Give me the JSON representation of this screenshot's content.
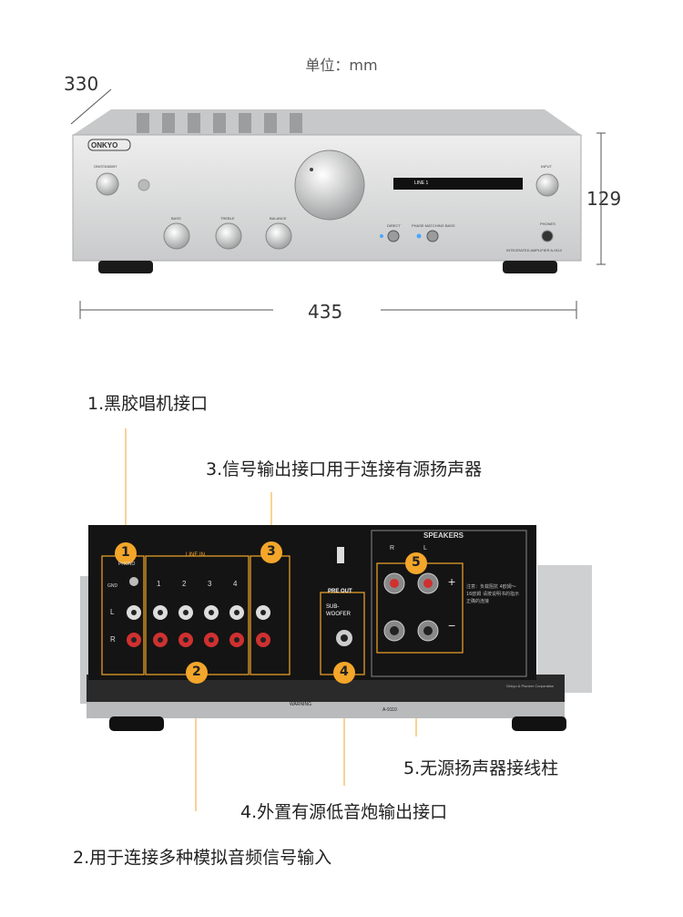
{
  "unit_label": "单位：mm",
  "dimensions": {
    "depth": "330",
    "height": "129",
    "width": "435"
  },
  "front_panel": {
    "brand": "ONKYO",
    "standby_label": "ON/STANDBY",
    "display_text": "LINE 1",
    "knob_bass": "BASS",
    "knob_treble": "TREBLE",
    "knob_balance": "BALANCE",
    "input_label": "INPUT",
    "direct_label": "DIRECT",
    "phase_label": "PHASE MATCHING BASS",
    "phones_label": "PHONES",
    "model_text": "INTEGRATED AMPLIFIER  A-9110"
  },
  "rear_panel": {
    "speakers_title": "SPEAKERS",
    "line_in_title": "LINE IN",
    "pre_out_title": "PRE OUT",
    "subwoofer_label": "SUB-\nWOOFER",
    "gnd_label": "GND",
    "phono_label": "PHONO",
    "channel_L": "L",
    "channel_R": "R",
    "line_in_numbers": [
      "1",
      "2",
      "3",
      "4"
    ],
    "speaker_note": "注意：负载阻抗 4欧姆～16欧姆 请按说明书的指示正确的连接",
    "warning_text": "WARNING",
    "model_text": "A-9110",
    "corp_text": "Onkyo & Pioneer Corporation",
    "plus_sign": "+",
    "minus_sign": "−"
  },
  "markers": [
    "1",
    "2",
    "3",
    "4",
    "5"
  ],
  "annotations": [
    "1.黑胶唱机接口",
    "3.信号输出接口用于连接有源扬声器",
    "5.无源扬声器接线柱",
    "4.外置有源低音炮输出接口",
    "2.用于连接多种模拟音频信号输入"
  ],
  "colors": {
    "accent": "#f3a62a",
    "amp_silver": "#d9dadb",
    "rear_black": "#141414"
  }
}
